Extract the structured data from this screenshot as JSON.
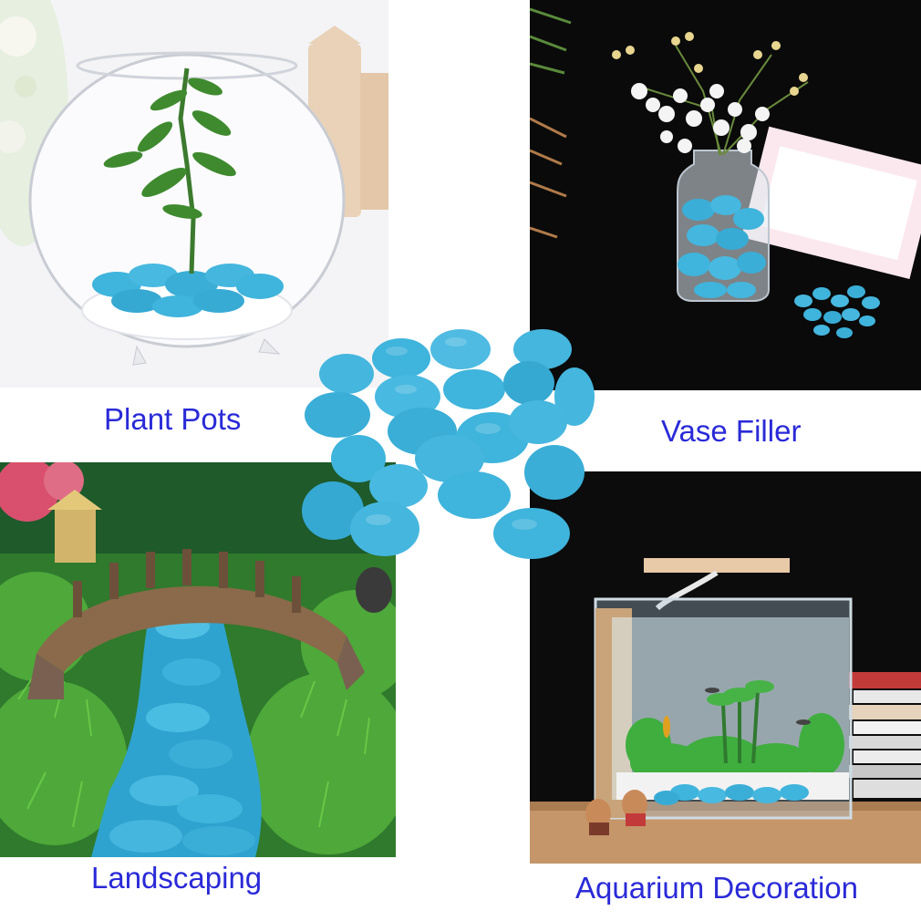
{
  "captions": {
    "plant_pots": "Plant Pots",
    "vase_filler": "Vase Filler",
    "landscaping": "Landscaping",
    "aquarium_decoration": "Aquarium Decoration"
  },
  "colors": {
    "caption": "#2a2ad8",
    "stone": "#3fb4dc",
    "stone_light": "#7fd3ee",
    "stone_dark": "#1f8fba"
  }
}
